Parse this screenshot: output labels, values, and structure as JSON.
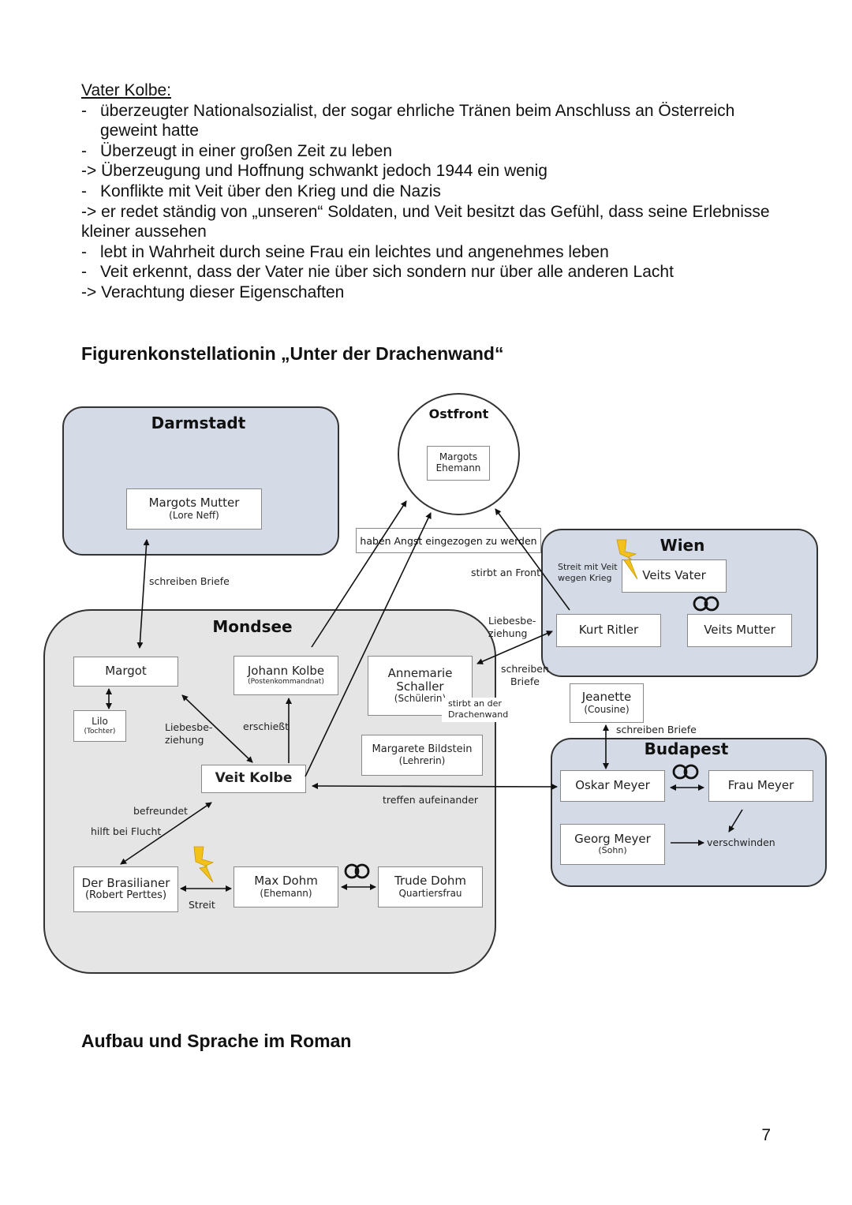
{
  "notes": {
    "heading": "Vater Kolbe:",
    "lines": [
      {
        "kind": "bullet",
        "text": "überzeugter Nationalsozialist, der sogar ehrliche Tränen beim Anschluss an Österreich geweint hatte"
      },
      {
        "kind": "bullet",
        "text": "Überzeugt in einer großen Zeit zu leben"
      },
      {
        "kind": "arrow",
        "text": "-> Überzeugung und Hoffnung schwankt jedoch 1944 ein wenig"
      },
      {
        "kind": "bullet",
        "text": "Konflikte mit Veit über den Krieg und die Nazis"
      },
      {
        "kind": "arrow",
        "text": "-> er redet ständig von „unseren“ Soldaten, und Veit besitzt das Gefühl, dass seine Erlebnisse kleiner aussehen"
      },
      {
        "kind": "bullet",
        "text": "lebt in Wahrheit durch seine Frau ein leichtes und angenehmes leben"
      },
      {
        "kind": "bullet",
        "text": "Veit erkennt, dass der Vater nie über sich sondern nur über alle anderen Lacht"
      },
      {
        "kind": "arrow",
        "text": "-> Verachtung dieser Eigenschaften"
      }
    ]
  },
  "section_titles": {
    "figuren": "Figurenkonstellationin „Unter der Drachenwand“",
    "aufbau": "Aufbau und Sprache im Roman"
  },
  "page_number": "7",
  "diagram": {
    "regions": {
      "darmstadt": "Darmstadt",
      "ostfront": "Ostfront",
      "wien": "Wien",
      "mondsee": "Mondsee",
      "budapest": "Budapest"
    },
    "persons": {
      "margots_ehemann": "Margots Ehemann",
      "margots_mutter": {
        "name": "Margots Mutter",
        "note": "(Lore Neff)"
      },
      "veits_vater": "Veits Vater",
      "kurt_ritler": "Kurt Ritler",
      "veits_mutter": "Veits Mutter",
      "margot": "Margot",
      "lilo": {
        "name": "Lilo",
        "note": "(Tochter)"
      },
      "johann_kolbe": {
        "name": "Johann Kolbe",
        "note": "(Postenkommandnat)"
      },
      "annemarie": {
        "name": "Annemarie Schaller",
        "note": "(Schülerin)"
      },
      "margarete": {
        "name": "Margarete Bildstein",
        "note": "(Lehrerin)"
      },
      "veit_kolbe": "Veit Kolbe",
      "brasilianer": {
        "name": "Der Brasilianer",
        "note": "(Robert Perttes)"
      },
      "max_dohm": {
        "name": "Max Dohm",
        "note": "(Ehemann)"
      },
      "trude_dohm": {
        "name": "Trude Dohm",
        "note": "Quartiersfrau"
      },
      "jeanette": {
        "name": "Jeanette",
        "note": "(Cousine)"
      },
      "oskar_meyer": "Oskar Meyer",
      "frau_meyer": "Frau Meyer",
      "georg_meyer": {
        "name": "Georg Meyer",
        "note": "(Sohn)"
      }
    },
    "relations": {
      "schreiben_briefe_darmstadt": "schreiben Briefe",
      "angst": "haben Angst eingezogen zu werden",
      "stirbt_front": "stirbt an Front",
      "streit_veit_krieg": "Streit mit Veit wegen Krieg",
      "liebes_kurt": "Liebesbe-\nziehung",
      "schreiben_briefe_annemarie": "schreiben\nBriefe",
      "stirbt_drachenwand": "stirbt an der\nDrachenwand",
      "liebes_margot": "Liebesbe-\nziehung",
      "erschiesst": "erschießt",
      "treffen": "treffen aufeinander",
      "befreundet": "befreundet",
      "hilft_flucht": "hilft bei Flucht",
      "streit": "Streit",
      "schreiben_briefe_jeanette": "schreiben Briefe",
      "verschwinden": "verschwinden"
    },
    "colors": {
      "region_blue": "#d4dbe6",
      "region_grey": "#e6e5e6",
      "lightning": "#f2c21b"
    }
  }
}
